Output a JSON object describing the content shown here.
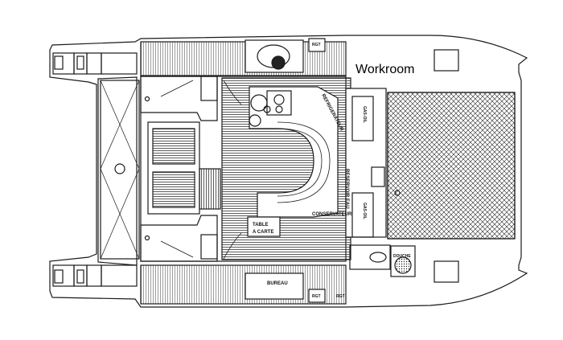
{
  "labels": {
    "workroom": "Workroom",
    "refrigerateur": "REFRIGERATEUR",
    "reservoir_eau": "RESERVOIR EAU",
    "conservateur": "CONSERVATEUR",
    "gas_oil_top": "GAS-OIL",
    "gas_oil_bottom": "GAS-OIL",
    "table_a": "TABLE",
    "table_b": "A CARTE",
    "bureau": "BUREAU",
    "douche": "DOUCHE",
    "rgt_top": "RGT",
    "rgt_bottom_left": "RGT",
    "rgt_bottom_right": "RGT"
  },
  "colors": {
    "line": "#1a1a1a",
    "background": "#ffffff"
  }
}
